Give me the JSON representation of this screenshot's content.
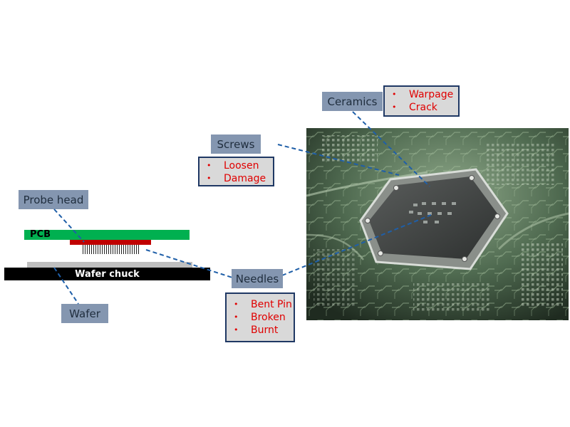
{
  "diagram": {
    "pcb_label": "PCB",
    "wafer_chuck_label": "Wafer chuck",
    "callouts": {
      "probe_head": "Probe head",
      "wafer": "Wafer",
      "screws": "Screws",
      "ceramics": "Ceramics",
      "needles": "Needles"
    },
    "failure_lists": {
      "ceramics": [
        "Warpage",
        "Crack"
      ],
      "screws": [
        "Loosen",
        "Damage"
      ],
      "needles": [
        "Bent Pin",
        "Broken",
        "Burnt"
      ]
    },
    "colors": {
      "pcb": "#00b050",
      "probe_head": "#c00000",
      "wafer_chuck": "#000000",
      "wafer": "#bfbfbf",
      "callout_bg": "#8496b0",
      "list_border": "#1f3864",
      "list_text": "#e00000",
      "leader_line": "#1f5fa8"
    }
  }
}
